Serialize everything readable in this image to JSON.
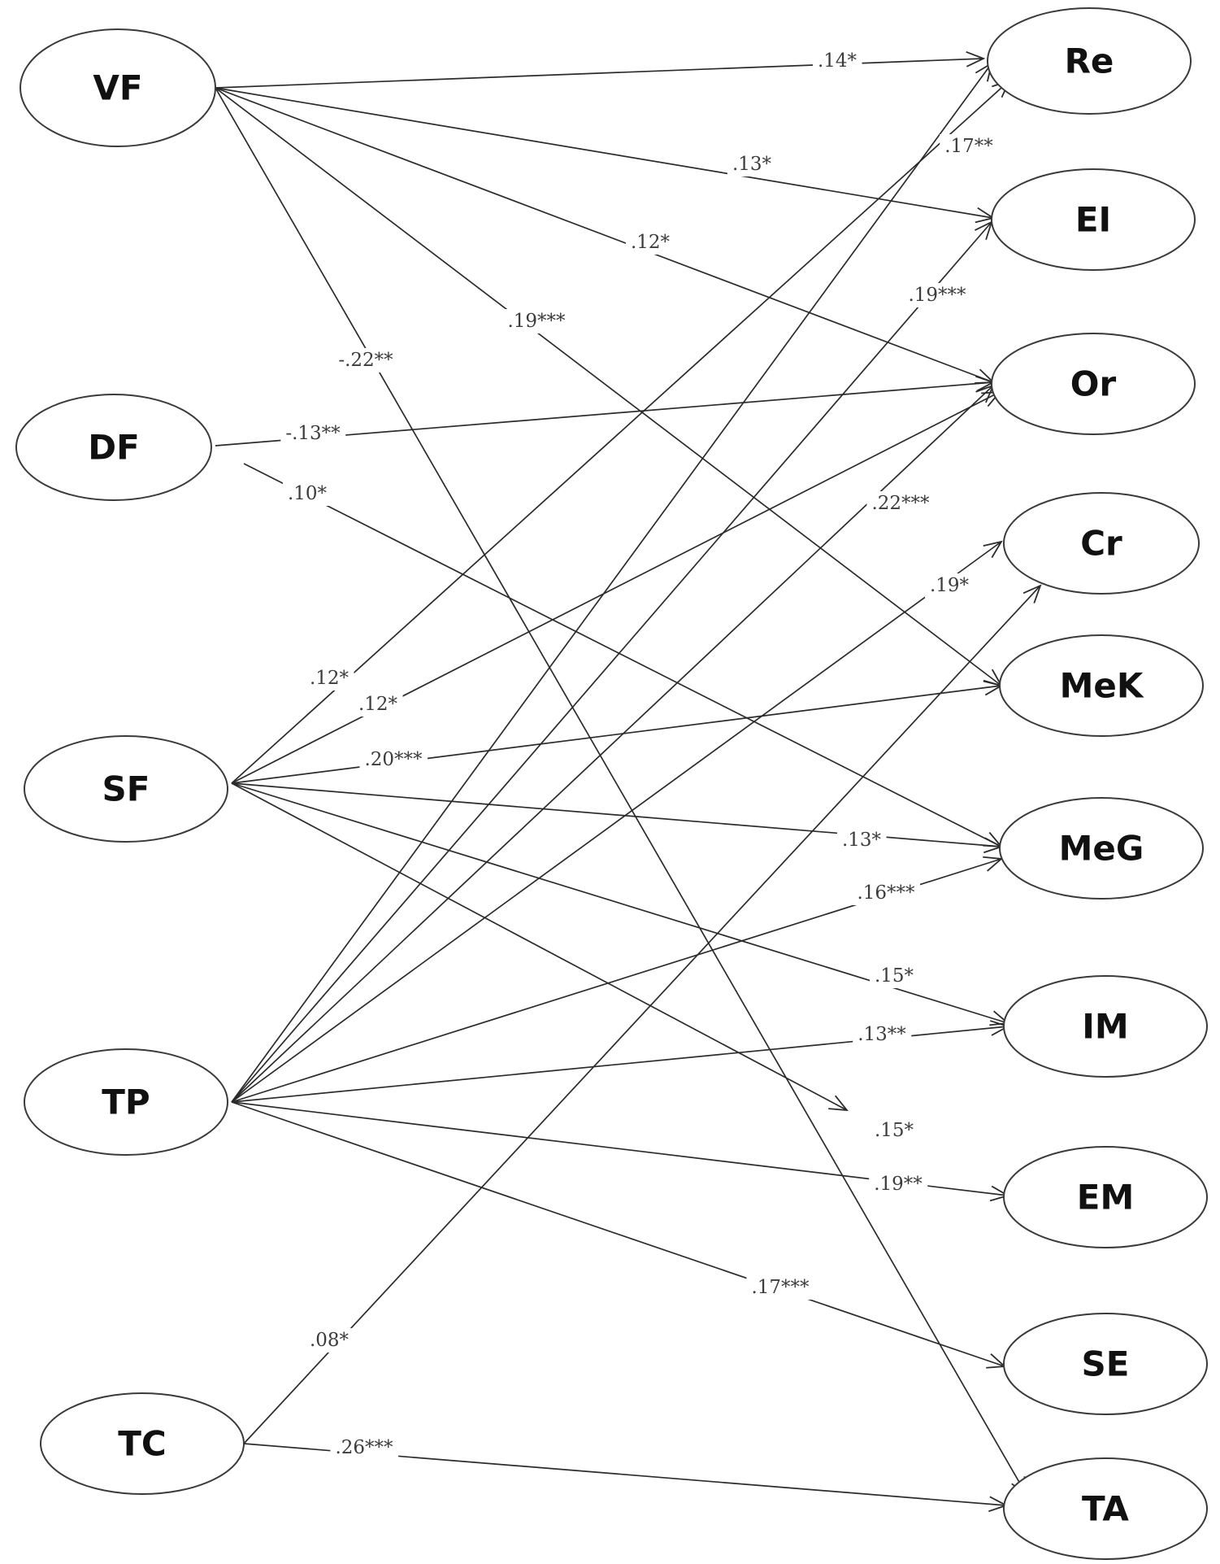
{
  "nodes": {
    "VF": "VF",
    "DF": "DF",
    "SF": "SF",
    "TP": "TP",
    "TC": "TC",
    "Re": "Re",
    "EI": "EI",
    "Or": "Or",
    "Cr": "Cr",
    "MeK": "MeK",
    "MeG": "MeG",
    "IM": "IM",
    "EM": "EM",
    "SE": "SE",
    "TA": "TA"
  },
  "paths": [
    {
      "id": "vf-re",
      "from": "VF",
      "to": "Re",
      "coef": ".14*"
    },
    {
      "id": "vf-ei",
      "from": "VF",
      "to": "EI",
      "coef": ".13*"
    },
    {
      "id": "vf-or",
      "from": "VF",
      "to": "Or",
      "coef": ".12*"
    },
    {
      "id": "vf-mek",
      "from": "VF",
      "to": "MeK",
      "coef": ".19***"
    },
    {
      "id": "vf-ta",
      "from": "VF",
      "to": "TA",
      "coef": "-.22**"
    },
    {
      "id": "df-or",
      "from": "DF",
      "to": "Or",
      "coef": "-.13**"
    },
    {
      "id": "df-meg",
      "from": "DF",
      "to": "MeG",
      "coef": ".10*"
    },
    {
      "id": "sf-re",
      "from": "SF",
      "to": "Re",
      "coef": ".12*"
    },
    {
      "id": "sf-or",
      "from": "SF",
      "to": "Or",
      "coef": ".12*"
    },
    {
      "id": "sf-mek",
      "from": "SF",
      "to": "MeK",
      "coef": ".20***"
    },
    {
      "id": "sf-meg",
      "from": "SF",
      "to": "MeG",
      "coef": ".13*"
    },
    {
      "id": "sf-im",
      "from": "SF",
      "to": "IM",
      "coef": ".15*"
    },
    {
      "id": "sf-em",
      "from": "SF",
      "to": "EM",
      "coef": ".15*"
    },
    {
      "id": "tp-re",
      "from": "TP",
      "to": "Re",
      "coef": ".17**"
    },
    {
      "id": "tp-ei",
      "from": "TP",
      "to": "EI",
      "coef": ".19***"
    },
    {
      "id": "tp-or",
      "from": "TP",
      "to": "Or",
      "coef": ".22***"
    },
    {
      "id": "tp-cr",
      "from": "TP",
      "to": "Cr",
      "coef": ".19*"
    },
    {
      "id": "tp-meg",
      "from": "TP",
      "to": "MeG",
      "coef": ".16***"
    },
    {
      "id": "tp-im",
      "from": "TP",
      "to": "IM",
      "coef": ".13**"
    },
    {
      "id": "tp-em",
      "from": "TP",
      "to": "EM",
      "coef": ".19**"
    },
    {
      "id": "tp-se",
      "from": "TP",
      "to": "SE",
      "coef": ".17***"
    },
    {
      "id": "tc-cr",
      "from": "TC",
      "to": "Cr",
      "coef": ".08*"
    },
    {
      "id": "tc-ta",
      "from": "TC",
      "to": "TA",
      "coef": ".26***"
    }
  ]
}
